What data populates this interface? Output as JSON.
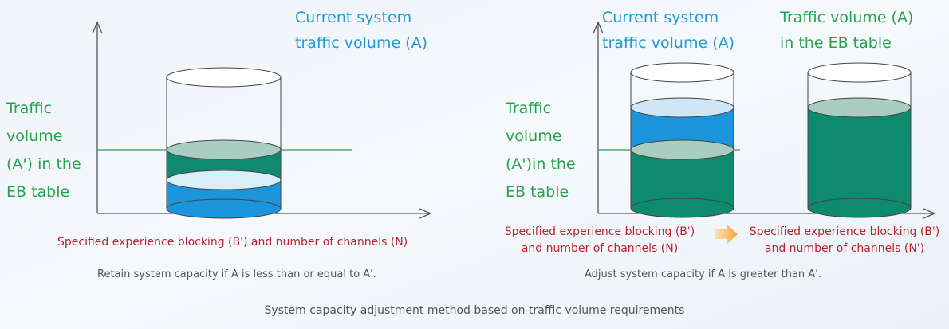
{
  "colors": {
    "blue_text": "#1e9ad6",
    "green_text": "#2aa24d",
    "red_text": "#b8232f",
    "dark_green_fill": "#0e8a6f",
    "blue_fill": "#1a95dc",
    "arrow": "#f5a53a"
  },
  "left_diagram": {
    "current_label": [
      "Current system",
      "traffic volume (A)"
    ],
    "eb_label": [
      "Traffic",
      "volume",
      "(A') in the",
      "EB table"
    ],
    "axis_label": "Specified experience blocking (B') and number of channels (N)",
    "caption": "Retain system capacity if A is less than or equal to A'."
  },
  "right_diagram": {
    "current_label": [
      "Current system",
      "traffic volume (A)"
    ],
    "eb_label": [
      "Traffic",
      "volume",
      "(A')in the",
      "EB table"
    ],
    "target_label": [
      "Traffic volume (A)",
      "in the EB table"
    ],
    "axis_label_from": [
      "Specified experience blocking (B')",
      "and number of channels (N)"
    ],
    "axis_label_to": [
      "Specified experience blocking (B')",
      "and number of channels (N')"
    ],
    "caption": "Adjust system capacity if A is greater than A'.",
    "transition_icon": "right-arrow-icon"
  },
  "footer_caption": "System capacity adjustment method based on traffic volume requirements"
}
